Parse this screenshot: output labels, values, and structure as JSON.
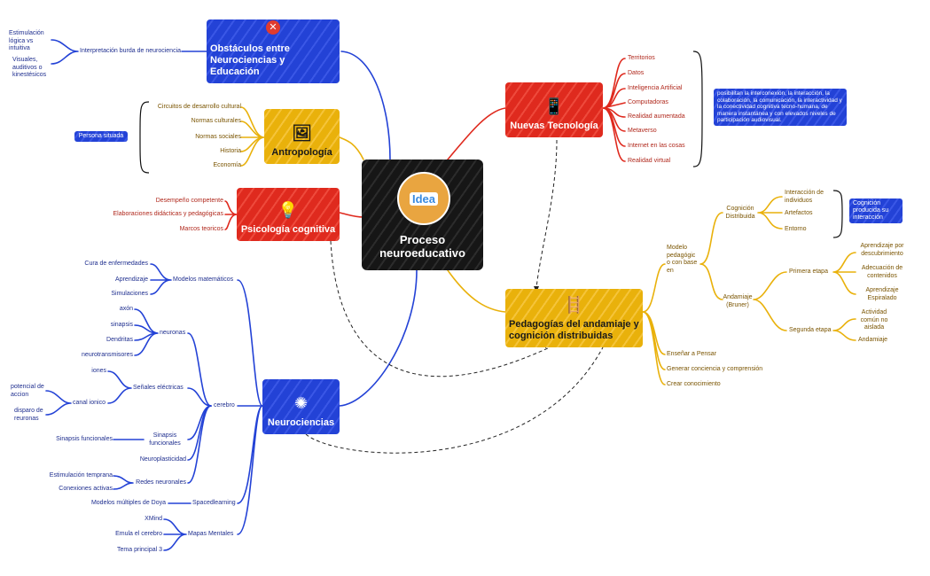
{
  "center": {
    "title": "Proceso neuroeducativo",
    "badge": "Idea"
  },
  "topics": {
    "obstaculos": {
      "title": "Obstáculos entre Neurociencias y Educación",
      "icon": "✕"
    },
    "antropologia": {
      "title": "Antropología",
      "icon": "🖼"
    },
    "psicologia": {
      "title": "Psicología cognitiva",
      "icon": "💡"
    },
    "neurociencias": {
      "title": "Neurociencias",
      "icon": "✺"
    },
    "tecnologia": {
      "title": "Nuevas Tecnología",
      "icon": "📱"
    },
    "pedagogias": {
      "title": "Pedagogías del andamiaje y cognición distribuidas",
      "icon": "🪜"
    }
  },
  "obstaculos": {
    "interpretacion": "Interpretación burda de neurociencia",
    "leaves": [
      "Estimulación lógica vs intuitiva",
      "Visuales, auditivos o kinestésicos"
    ]
  },
  "antropologia": {
    "items": [
      "Circuitos de desarrollo cultural",
      "Normas culturales",
      "Normas sociales",
      "Historia",
      "Economía"
    ],
    "note": "Persona situada"
  },
  "psicologia": {
    "items": [
      "Desempeño competente",
      "Elaboraciones didácticas y pedagógicas",
      "Marcos teoricos"
    ]
  },
  "neurociencias": {
    "modelos": {
      "label": "Modelos matemáticos",
      "items": [
        "Cura de enfermedades",
        "Aprendizaje",
        "Simulaciones"
      ]
    },
    "cerebro": "cerebro",
    "neuronas": {
      "label": "neuronas",
      "items": [
        "axón",
        "sinapsis",
        "Dendritas",
        "neurotransmisores"
      ]
    },
    "senales": {
      "label": "Señales eléctricas",
      "iones": "iones",
      "canal": "canal ionico",
      "canal_items": [
        "potencial de accion",
        "disparo de reuronas"
      ]
    },
    "sinapsis": {
      "label": "Sinapsis funcionales",
      "item": "Sinapsis funcionales"
    },
    "neuroplasticidad": "Neuroplasticidad",
    "redes": {
      "label": "Redes neuronales",
      "items": [
        "Estimulación temprana",
        "Conexiones activas"
      ]
    },
    "spaced": {
      "label": "Spacedlearning",
      "item": "Modelos múltiples de Doya"
    },
    "mapas": {
      "label": "Mapas Mentales",
      "items": [
        "XMind",
        "Emula el cerebro",
        "Tema principal 3"
      ]
    }
  },
  "tecnologia": {
    "items": [
      "Territorios",
      "Datos",
      "Inteligencia Artificial",
      "Computadoras",
      "Realidad aumentada",
      "Metaverso",
      "Internet en las cosas",
      "Realidad virtual"
    ],
    "note": "posibilitan la interconexión, la interacción, la colaboración, la comunicación, la interactividad y la conectividad cognitiva tecno-humana, de manera instantánea y con elevados niveles de participación audiovisual."
  },
  "pedagogias": {
    "modelo": "Modelo pedagógic o con base en",
    "cognicion": {
      "label": "Cognición Distribuida",
      "items": [
        "Interacción de individuos",
        "Artefactos",
        "Entorno"
      ],
      "note": "Cognición producida su interacción"
    },
    "andamiaje": {
      "label": "Andamiaje (Bruner)",
      "primera": {
        "label": "Primera etapa",
        "items": [
          "Aprendizaje por descubrimiento",
          "Adecuación de contenidos",
          "Aprendizaje Espiralado"
        ]
      },
      "segunda": {
        "label": "Segunda etapa",
        "items": [
          "Actividad común no aislada",
          "Andamiaje"
        ]
      }
    },
    "items": [
      "Enseñar a Pensar",
      "Generar conciencia y comprensión",
      "Crear conocimiento"
    ]
  }
}
